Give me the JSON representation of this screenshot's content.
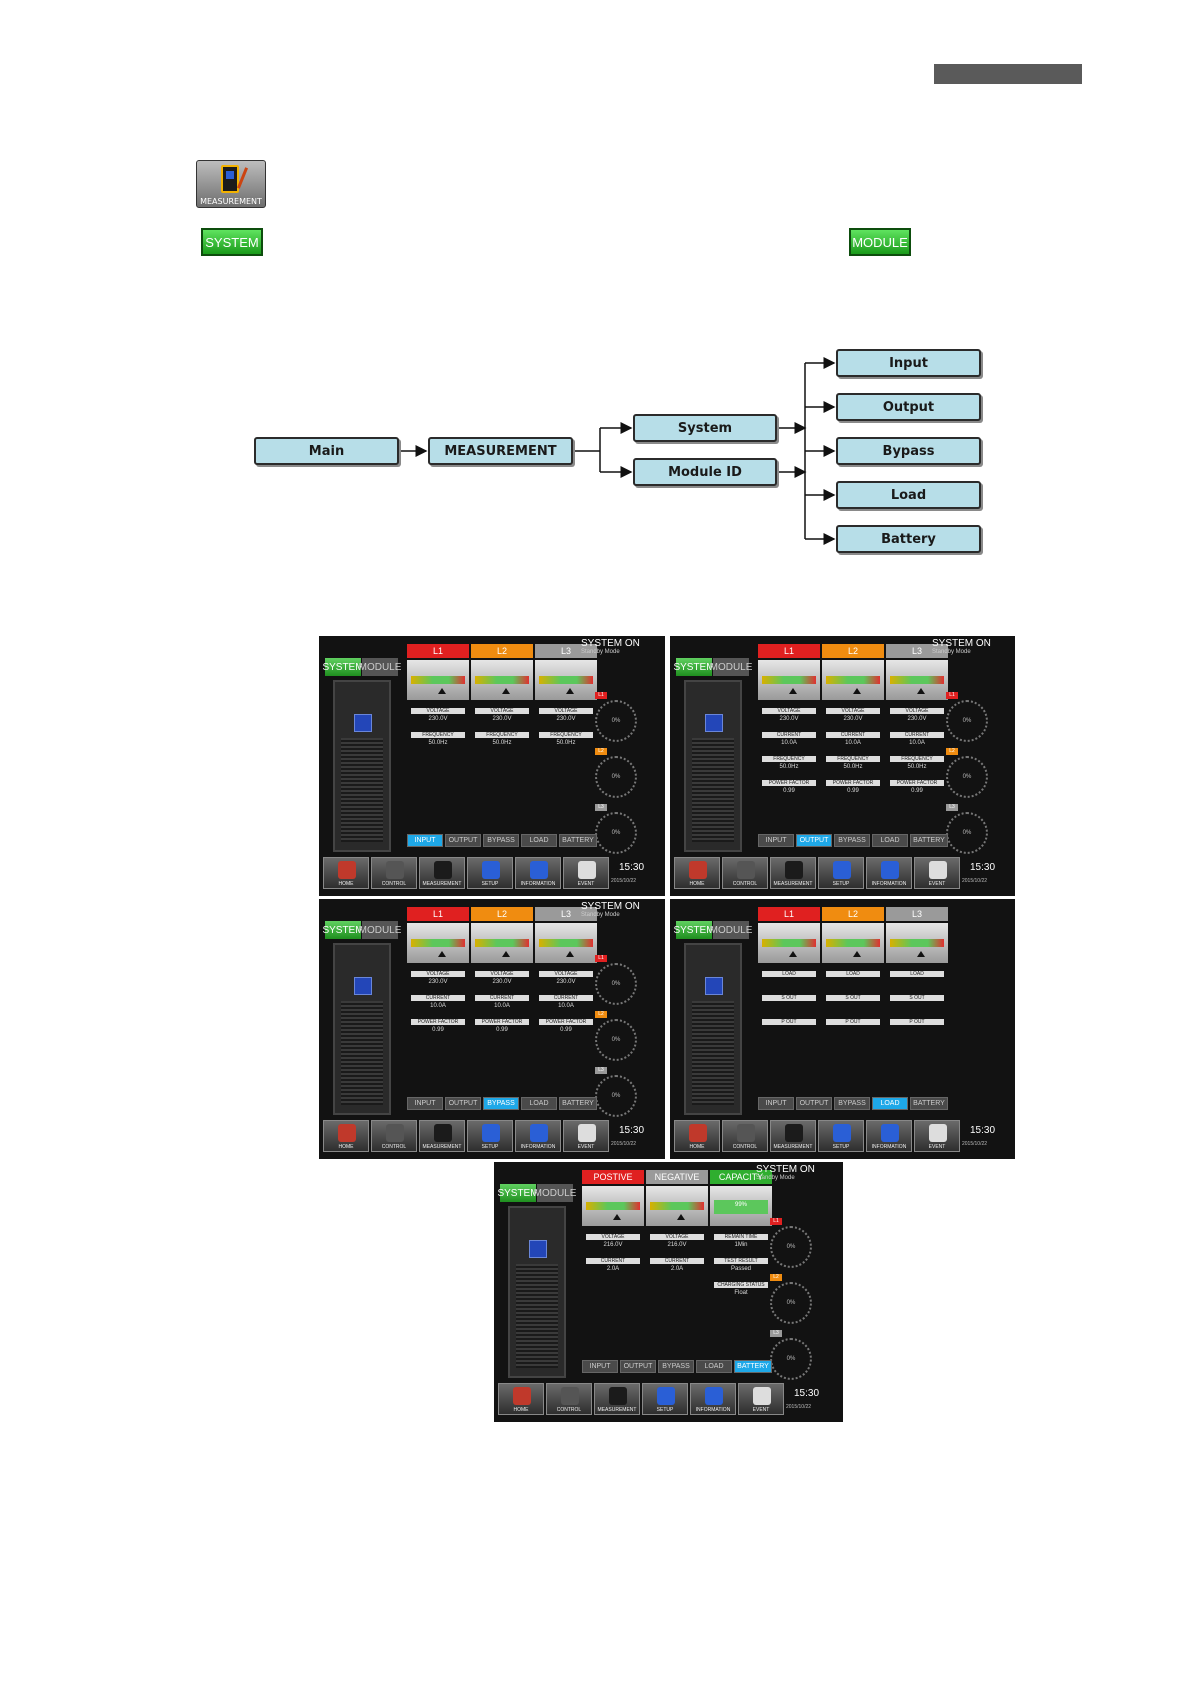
{
  "icon_label": "MEASUREMENT",
  "buttons": {
    "system": "SYSTEM",
    "module": "MODULE"
  },
  "flow": {
    "main": "Main",
    "measurement": "MEASUREMENT",
    "system": "System",
    "module_id": "Module ID",
    "input": "Input",
    "output": "Output",
    "bypass": "Bypass",
    "load": "Load",
    "battery": "Battery"
  },
  "screen_common": {
    "seg_system": "SYSTEM",
    "seg_module": "MODULE",
    "status_title": "SYSTEM ON",
    "status_sub": "Standby Mode",
    "tabs": [
      "INPUT",
      "OUTPUT",
      "BYPASS",
      "LOAD",
      "BATTERY"
    ],
    "nav": [
      "HOME",
      "CONTROL",
      "MEASUREMENT",
      "SETUP",
      "INFORMATION",
      "EVENT"
    ],
    "time": "15:30",
    "date": "2015/10/22",
    "dial_value": "0%",
    "phases": [
      "L1",
      "L2",
      "L3"
    ],
    "colors": {
      "l1": "#e02020",
      "l2": "#f08c10",
      "l3": "#9a9a9a",
      "active_tab": "#1ea8e8",
      "seg_on": "#2fae2f"
    }
  },
  "screens": [
    {
      "name": "input",
      "columns": [
        {
          "header": "L1",
          "fields": [
            {
              "label": "VOLTAGE",
              "value": "230.0V"
            },
            {
              "label": "FREQUENCY",
              "value": "50.0Hz"
            }
          ]
        },
        {
          "header": "L2",
          "fields": [
            {
              "label": "VOLTAGE",
              "value": "230.0V"
            },
            {
              "label": "FREQUENCY",
              "value": "50.0Hz"
            }
          ]
        },
        {
          "header": "L3",
          "fields": [
            {
              "label": "VOLTAGE",
              "value": "230.0V"
            },
            {
              "label": "FREQUENCY",
              "value": "50.0Hz"
            }
          ]
        }
      ],
      "active_tab": 0
    },
    {
      "name": "output",
      "columns": [
        {
          "header": "L1",
          "fields": [
            {
              "label": "VOLTAGE",
              "value": "230.0V"
            },
            {
              "label": "CURRENT",
              "value": "10.0A"
            },
            {
              "label": "FREQUENCY",
              "value": "50.0Hz"
            },
            {
              "label": "POWER FACTOR",
              "value": "0.99"
            }
          ]
        },
        {
          "header": "L2",
          "fields": [
            {
              "label": "VOLTAGE",
              "value": "230.0V"
            },
            {
              "label": "CURRENT",
              "value": "10.0A"
            },
            {
              "label": "FREQUENCY",
              "value": "50.0Hz"
            },
            {
              "label": "POWER FACTOR",
              "value": "0.99"
            }
          ]
        },
        {
          "header": "L3",
          "fields": [
            {
              "label": "VOLTAGE",
              "value": "230.0V"
            },
            {
              "label": "CURRENT",
              "value": "10.0A"
            },
            {
              "label": "FREQUENCY",
              "value": "50.0Hz"
            },
            {
              "label": "POWER FACTOR",
              "value": "0.99"
            }
          ]
        }
      ],
      "active_tab": 1
    },
    {
      "name": "bypass",
      "columns": [
        {
          "header": "L1",
          "fields": [
            {
              "label": "VOLTAGE",
              "value": "230.0V"
            },
            {
              "label": "CURRENT",
              "value": "10.0A"
            },
            {
              "label": "POWER FACTOR",
              "value": "0.99"
            }
          ]
        },
        {
          "header": "L2",
          "fields": [
            {
              "label": "VOLTAGE",
              "value": "230.0V"
            },
            {
              "label": "CURRENT",
              "value": "10.0A"
            },
            {
              "label": "POWER FACTOR",
              "value": "0.99"
            }
          ]
        },
        {
          "header": "L3",
          "fields": [
            {
              "label": "VOLTAGE",
              "value": "230.0V"
            },
            {
              "label": "CURRENT",
              "value": "10.0A"
            },
            {
              "label": "POWER FACTOR",
              "value": "0.99"
            }
          ]
        }
      ],
      "active_tab": 2
    },
    {
      "name": "load",
      "columns": [
        {
          "header": "L1",
          "fields": [
            {
              "label": "LOAD",
              "value": ""
            },
            {
              "label": "S OUT",
              "value": ""
            },
            {
              "label": "P OUT",
              "value": ""
            }
          ]
        },
        {
          "header": "L2",
          "fields": [
            {
              "label": "LOAD",
              "value": ""
            },
            {
              "label": "S OUT",
              "value": ""
            },
            {
              "label": "P OUT",
              "value": ""
            }
          ]
        },
        {
          "header": "L3",
          "fields": [
            {
              "label": "LOAD",
              "value": ""
            },
            {
              "label": "S OUT",
              "value": ""
            },
            {
              "label": "P OUT",
              "value": ""
            }
          ]
        }
      ],
      "active_tab": 3
    },
    {
      "name": "battery",
      "columns": [
        {
          "header": "POSTIVE",
          "fields": [
            {
              "label": "VOLTAGE",
              "value": "216.0V"
            },
            {
              "label": "CURRENT",
              "value": "2.0A"
            }
          ]
        },
        {
          "header": "NEGATIVE",
          "fields": [
            {
              "label": "VOLTAGE",
              "value": "216.0V"
            },
            {
              "label": "CURRENT",
              "value": "2.0A"
            }
          ]
        },
        {
          "header": "CAPACITY",
          "fields": [
            {
              "label": "REMAIN TIME",
              "value": "1Min"
            },
            {
              "label": "TEST RESULT",
              "value": "Passed"
            },
            {
              "label": "CHARGING STATUS",
              "value": "Float"
            }
          ]
        }
      ],
      "capacity_value": "99%",
      "active_tab": 4
    }
  ]
}
